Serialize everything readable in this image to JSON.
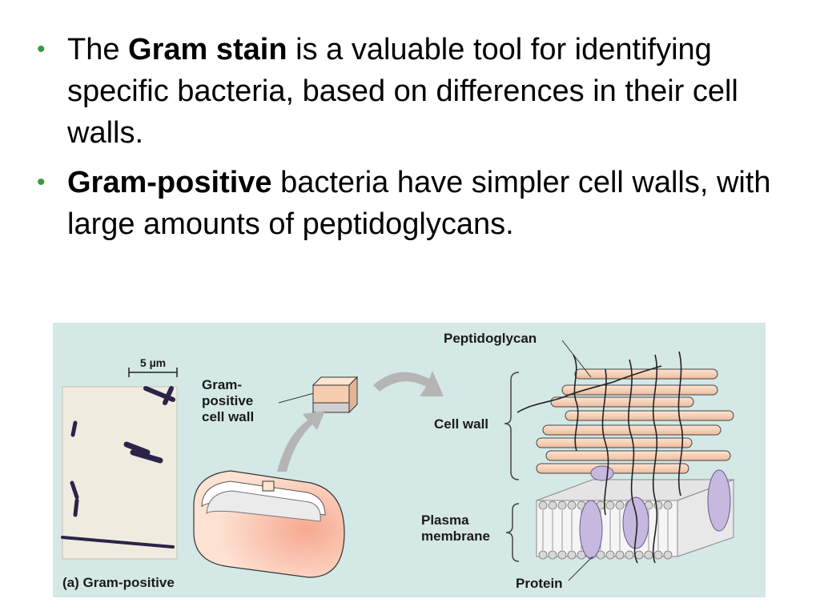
{
  "bullets": [
    {
      "pre": "The ",
      "bold": "Gram stain",
      "post": " is a valuable tool for identifying specific bacteria, based on differences in their cell walls."
    },
    {
      "pre": "",
      "bold": "Gram-positive",
      "post": " bacteria have simpler cell walls, with large amounts of peptidoglycans."
    }
  ],
  "figure": {
    "scale_label": "5 µm",
    "cell_wall_label_1": "Gram-",
    "cell_wall_label_2": "positive",
    "cell_wall_label_3": "cell wall",
    "peptidoglycan_label": "Peptidoglycan",
    "cell_wall_struct_label": "Cell wall",
    "plasma_label_1": "Plasma",
    "plasma_label_2": "membrane",
    "protein_label": "Protein",
    "caption": "(a) Gram-positive"
  },
  "colors": {
    "bullet": "#3a9a3a",
    "figure_bg": "#d4e8e6",
    "peptidoglycan": "#f6d2b8",
    "membrane_head": "#d7d7d7",
    "protein": "#c6b8de"
  }
}
